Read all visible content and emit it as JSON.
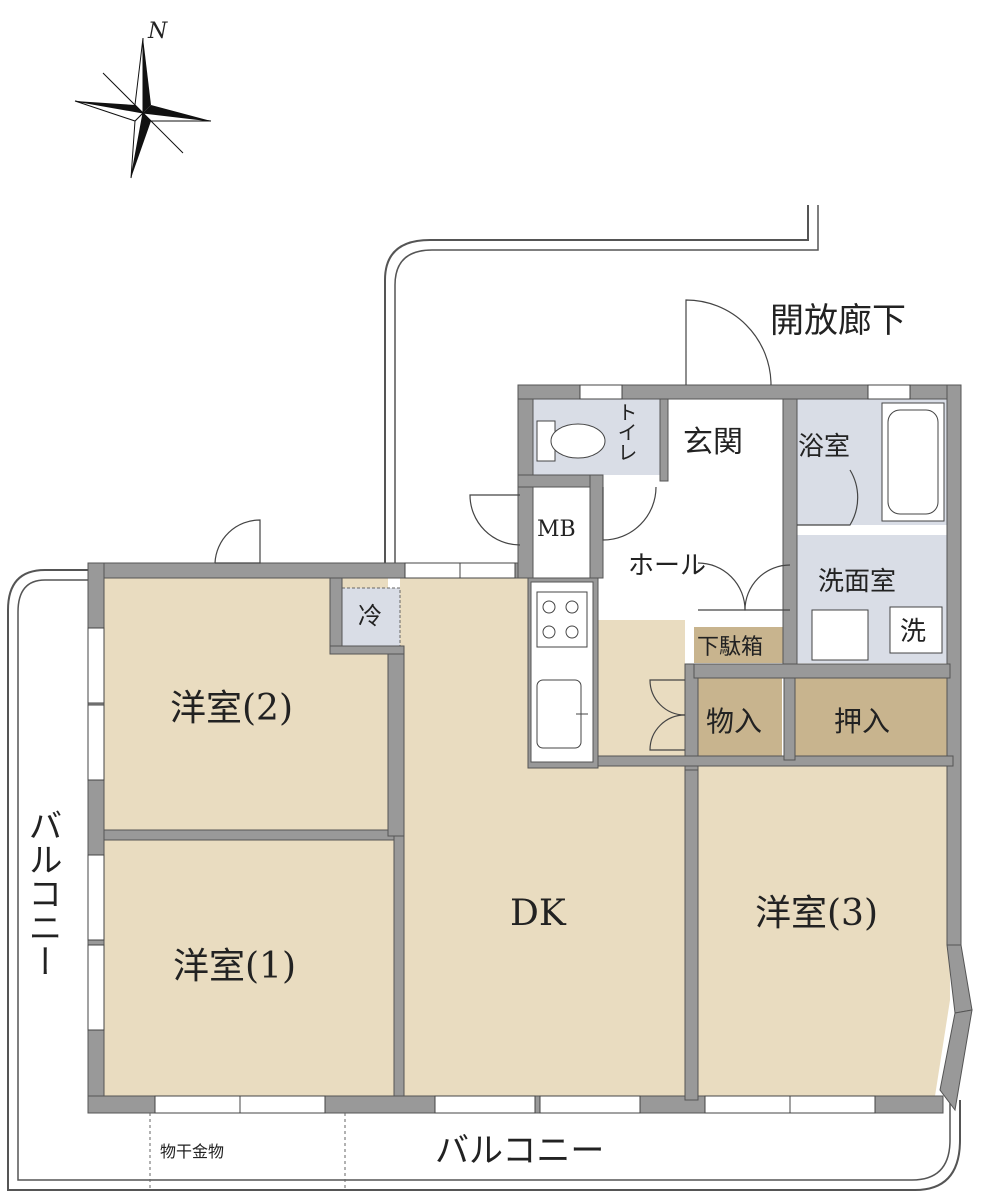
{
  "compass": {
    "north_label": "N"
  },
  "corridor": {
    "label": "開放廊下"
  },
  "rooms": {
    "toilet": "トイレ",
    "genkan": "玄関",
    "bath": "浴室",
    "mb": "MB",
    "hall": "ホール",
    "washroom": "洗面室",
    "washer": "洗",
    "fridge": "冷",
    "shoe_box": "下駄箱",
    "storage": "物入",
    "closet": "押入",
    "western2": "洋室(2)",
    "western1": "洋室(1)",
    "dk": "DK",
    "western3": "洋室(3)"
  },
  "balcony": {
    "west_label": "バルコニー",
    "south_label": "バルコニー",
    "drying_hardware": "物干金物"
  },
  "colors": {
    "room_fill": "#e9dcc0",
    "wet_area_fill": "#d9dde6",
    "storage_fill": "#c8b48e",
    "wall": "#999999",
    "line": "#444444"
  }
}
